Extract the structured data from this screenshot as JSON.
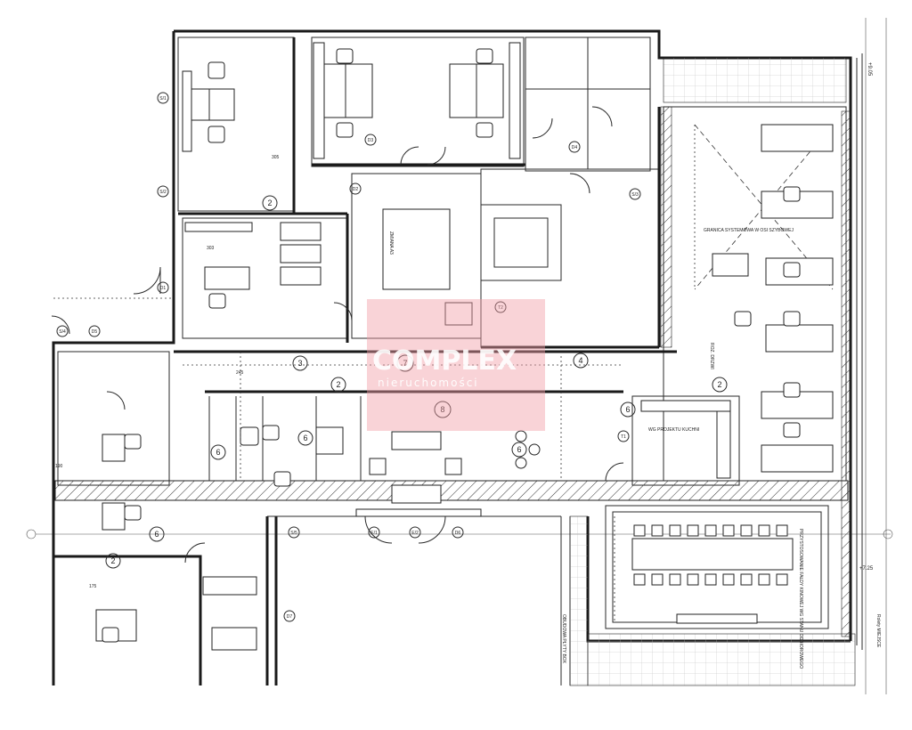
{
  "watermark": {
    "brand": "COMPLEX",
    "subtitle": "nieruchomości",
    "color": "#f19ea7"
  },
  "labels": {
    "system_board": "GRANICA SYSTEMOWA W OSI SZYBOWEJ",
    "kitchen": "WG PROJEKTU KUCHNI",
    "conference_note": "PRZYSTOSOWANIE FAŁDY KINOWEJ WG STANU ODBIOROWEGO",
    "level_top": "+9.05",
    "level_right": "+7.25",
    "bridge_label": "OBUDOWA PŁYTY BOX",
    "doors_label": "ROZ. DRZWI",
    "blinds_label": "Rolety MIEJSCE",
    "ghost_text": "ZMIANA A3"
  },
  "room_numbers": {
    "r_top_left": "2",
    "r_corridor_a": "2",
    "r_corridor_b": "2",
    "r_stair": "3",
    "r_lounge": "7",
    "r_reception": "8",
    "r_kitchen": "6",
    "r_kitchen_side": "4",
    "r_office_a": "6",
    "r_office_b": "6",
    "r_office_c": "6",
    "r_lower_left": "2",
    "r_mid_top": "2",
    "r_office_d": "6"
  },
  "door_tags": {
    "d1": "S/1",
    "d2": "S/2",
    "d3": "D1",
    "d4": "D2",
    "d5": "D3",
    "d6": "D4",
    "d7": "S/3",
    "d8": "S/4",
    "d9": "D5",
    "d10": "S/5",
    "d11": "E/1",
    "d12": "E/2",
    "d13": "D6",
    "d14": "D7",
    "d15": "T1",
    "d16": "T2"
  },
  "dimensions": {
    "w1": "305",
    "w2": "303",
    "w3": "245",
    "w4": "190",
    "w5": "175"
  }
}
